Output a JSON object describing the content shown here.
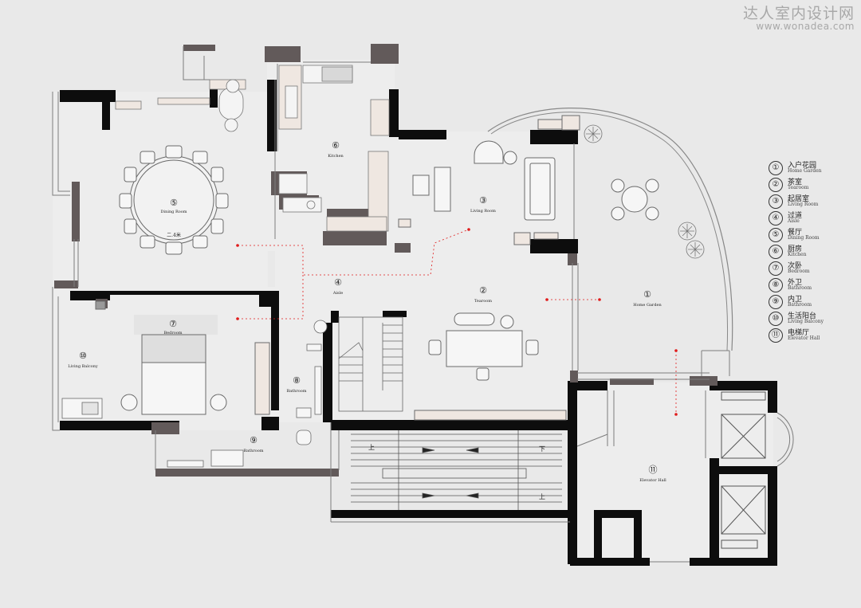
{
  "watermark": {
    "chinese": "达人室内设计网",
    "url": "www.wonadea.com"
  },
  "rooms": {
    "home_garden": {
      "num": "①",
      "en": "Home Garden"
    },
    "tearoom": {
      "num": "②",
      "en": "Tearoom"
    },
    "living_room": {
      "num": "③",
      "en": "Living Room"
    },
    "aisle": {
      "num": "④",
      "en": "Aisle"
    },
    "dining_room": {
      "num": "⑤",
      "en": "Dining Room",
      "note": "二.4米"
    },
    "kitchen": {
      "num": "⑥",
      "en": "Kitchen"
    },
    "bedroom": {
      "num": "⑦",
      "en": "Bedroom"
    },
    "bathroom_outer": {
      "num": "⑧",
      "en": "Bathroom"
    },
    "bathroom_inner": {
      "num": "⑨",
      "en": "Bathroom"
    },
    "living_balcony": {
      "num": "⑩",
      "en": "Living Balcony"
    },
    "elevator_hall": {
      "num": "⑪",
      "en": "Elevator Hall"
    }
  },
  "stairs": {
    "up": "上",
    "down": "下"
  },
  "legend": [
    {
      "num": "①",
      "cn": "入户花园",
      "en": "Home Garden"
    },
    {
      "num": "②",
      "cn": "茶室",
      "en": "Tearoom"
    },
    {
      "num": "③",
      "cn": "起居室",
      "en": "Living Room"
    },
    {
      "num": "④",
      "cn": "过道",
      "en": "Aisle"
    },
    {
      "num": "⑤",
      "cn": "餐厅",
      "en": "Dining Room"
    },
    {
      "num": "⑥",
      "cn": "厨房",
      "en": "Kitchen"
    },
    {
      "num": "⑦",
      "cn": "次卧",
      "en": "Bedroom"
    },
    {
      "num": "⑧",
      "cn": "外卫",
      "en": "Bathroom"
    },
    {
      "num": "⑨",
      "cn": "内卫",
      "en": "Bathroom"
    },
    {
      "num": "⑩",
      "cn": "生活阳台",
      "en": "Living Balcony"
    },
    {
      "num": "⑪",
      "cn": "电梯厅",
      "en": "Elevator Hall"
    }
  ],
  "colors": {
    "wall": "#0d0d0d",
    "column": "#5f5858",
    "floor": "#ececec",
    "line": "#7a7a7a",
    "accent": "#e01b1b",
    "cabinet": "#efe7e1"
  }
}
